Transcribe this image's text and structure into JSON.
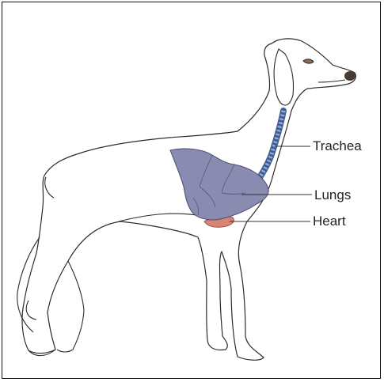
{
  "labels": {
    "trachea": "Trachea",
    "lungs": "Lungs",
    "heart": "Heart"
  },
  "colors": {
    "outline": "#2b2b2b",
    "lungs": "#8a8bb1",
    "lungs_shadow": "#6f7099",
    "trachea": "#3f5f95",
    "trachea_rings": "#9fb3d6",
    "heart": "#d98276",
    "leader_line": "#333333"
  }
}
